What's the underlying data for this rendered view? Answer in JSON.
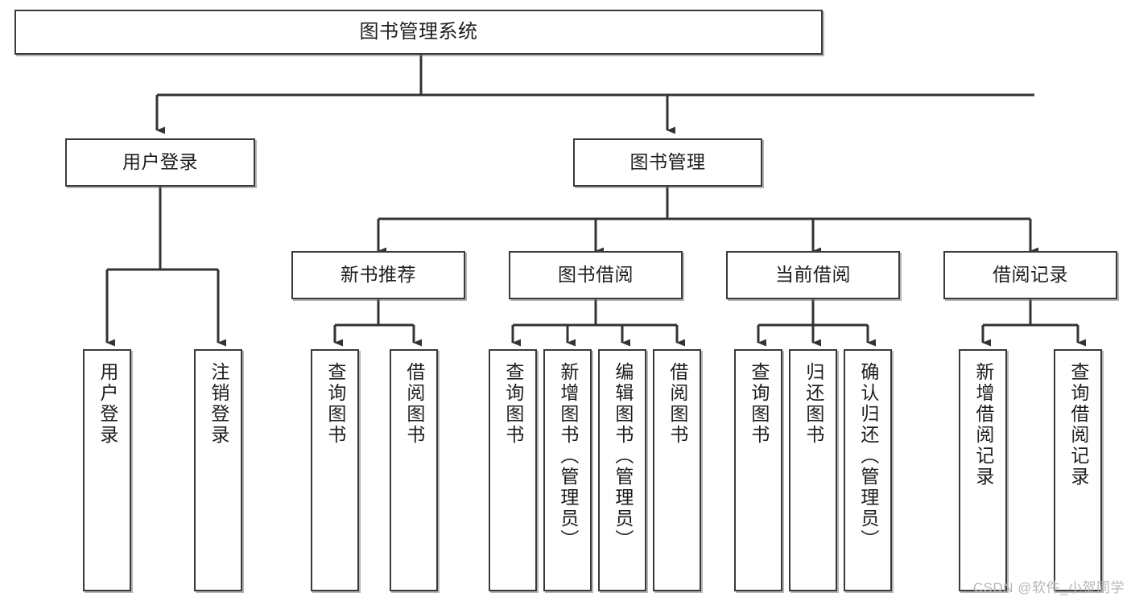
{
  "diagram": {
    "type": "tree-hierarchy-chart",
    "title": "图书管理系统",
    "watermark": "CSDN @软件_小贺同学",
    "colors": {
      "background": "#ffffff",
      "box_border": "#3a3a3a",
      "box_fill": "#ffffff",
      "connector": "#333333",
      "text": "#1d1d1d",
      "watermark": "#b7b7b7"
    },
    "nodes": {
      "root": {
        "label": "图书管理系统"
      },
      "level1": [
        {
          "label": "用户登录"
        },
        {
          "label": "图书管理"
        }
      ],
      "level2": [
        {
          "label": "新书推荐"
        },
        {
          "label": "图书借阅"
        },
        {
          "label": "当前借阅"
        },
        {
          "label": "借阅记录"
        }
      ],
      "leaves": {
        "user_login": [
          {
            "label": "用户登录"
          },
          {
            "label": "注销登录"
          }
        ],
        "new_book_recommend": [
          {
            "label": "查询图书"
          },
          {
            "label": "借阅图书"
          }
        ],
        "book_borrow": [
          {
            "label": "查询图书"
          },
          {
            "label": "新增图书（管理员）"
          },
          {
            "label": "编辑图书（管理员）"
          },
          {
            "label": "借阅图书"
          }
        ],
        "current_borrow": [
          {
            "label": "查询图书"
          },
          {
            "label": "归还图书"
          },
          {
            "label": "确认归还（管理员）"
          }
        ],
        "borrow_record": [
          {
            "label": "新增借阅记录"
          },
          {
            "label": "查询借阅记录"
          }
        ]
      }
    }
  }
}
